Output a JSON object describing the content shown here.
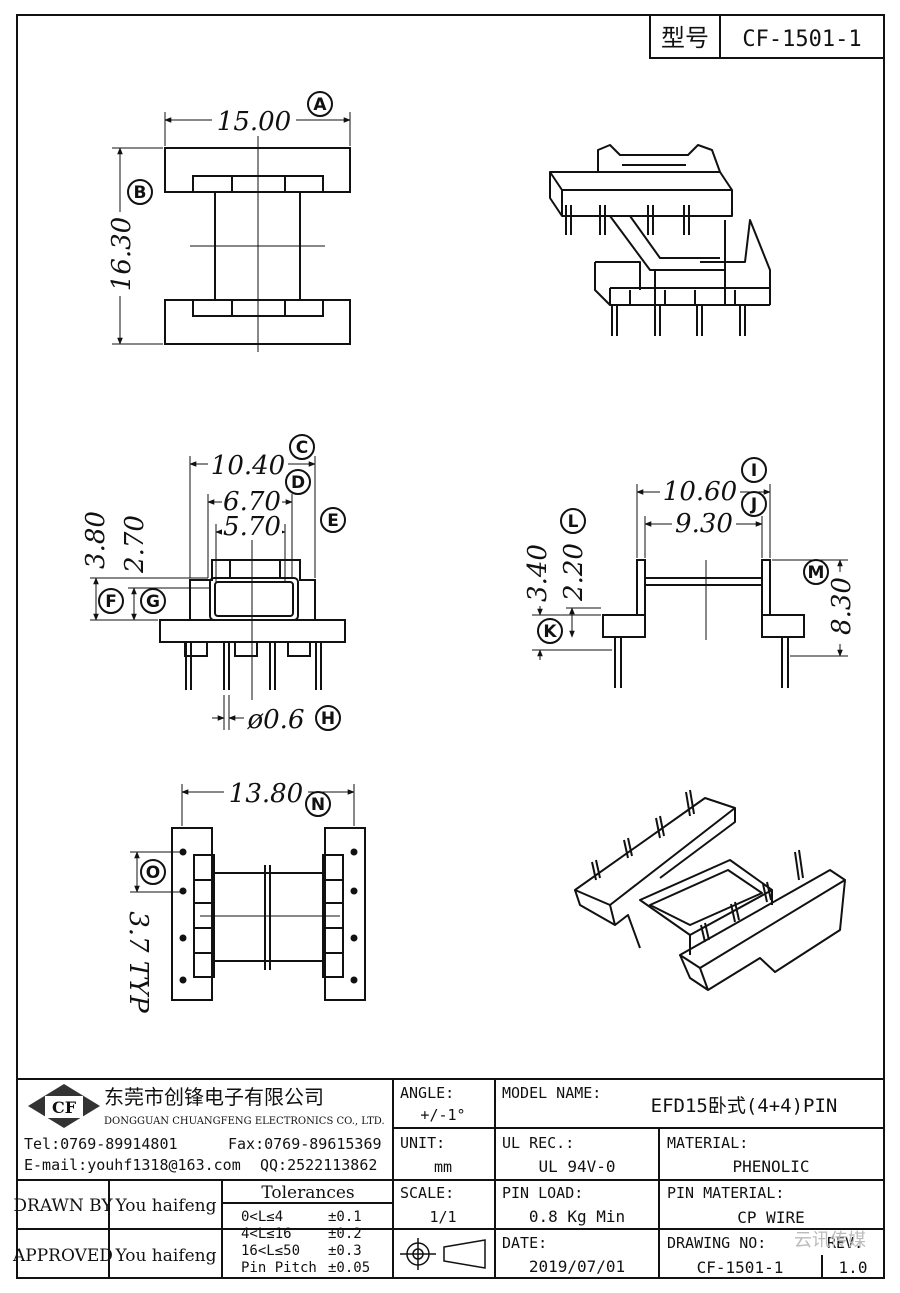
{
  "header": {
    "model_label": "型号",
    "model_value": "CF-1501-1"
  },
  "dimensions": {
    "A": {
      "value": "15.00",
      "bubble": "A"
    },
    "B": {
      "value": "16.30",
      "bubble": "B"
    },
    "C": {
      "value": "10.40",
      "bubble": "C"
    },
    "D": {
      "value": "6.70",
      "bubble": "D"
    },
    "E": {
      "value": "5.70",
      "bubble": "E"
    },
    "F": {
      "value": "3.80",
      "bubble": "F"
    },
    "G": {
      "value": "2.70",
      "bubble": "G"
    },
    "H": {
      "value": "ø0.6",
      "bubble": "H"
    },
    "I": {
      "value": "10.60",
      "bubble": "I"
    },
    "J": {
      "value": "9.30",
      "bubble": "J"
    },
    "K": {
      "value": "3.40",
      "bubble": "K"
    },
    "L": {
      "value": "2.20",
      "bubble": "L"
    },
    "M": {
      "value": "8.30",
      "bubble": "M"
    },
    "N": {
      "value": "13.80",
      "bubble": "N"
    },
    "O": {
      "value": "3.7 TYP",
      "bubble": "O"
    }
  },
  "title_block": {
    "company_cn": "东莞市创锋电子有限公司",
    "company_en": "DONGGUAN CHUANGFENG ELECTRONICS CO., LTD.",
    "logo_text": "CF",
    "tel": "Tel:0769-89914801",
    "fax": "Fax:0769-89615369",
    "email": "E-mail:youhf1318@163.com",
    "qq": "QQ:2522113862",
    "angle_label": "ANGLE:",
    "angle_value": "+/-1°",
    "unit_label": "UNIT:",
    "unit_value": "mm",
    "scale_label": "SCALE:",
    "scale_value": "1/1",
    "model_name_label": "MODEL NAME:",
    "model_name_value": "EFD15卧式(4+4)PIN",
    "ul_label": "UL REC.:",
    "ul_value": "UL 94V-0",
    "material_label": "MATERIAL:",
    "material_value": "PHENOLIC",
    "pin_load_label": "PIN LOAD:",
    "pin_load_value": "0.8 Kg Min",
    "pin_material_label": "PIN MATERIAL:",
    "pin_material_value": "CP WIRE",
    "date_label": "DATE:",
    "date_value": "2019/07/01",
    "drawing_no_label": "DRAWING NO:",
    "drawing_no_value": "CF-1501-1",
    "rev_label": "REV.",
    "rev_value": "1.0",
    "drawn_by_label": "DRAWN BY",
    "drawn_by_value": "You haifeng",
    "approved_label": "APPROVED",
    "approved_value": "You haifeng",
    "tolerances_title": "Tolerances",
    "tolerances": [
      {
        "range": "0<L≤4",
        "tol": "±0.1"
      },
      {
        "range": "4<L≤16",
        "tol": "±0.2"
      },
      {
        "range": "16<L≤50",
        "tol": "±0.3"
      },
      {
        "range": "Pin Pitch",
        "tol": "±0.05"
      }
    ],
    "watermark": "云讯传媒"
  }
}
